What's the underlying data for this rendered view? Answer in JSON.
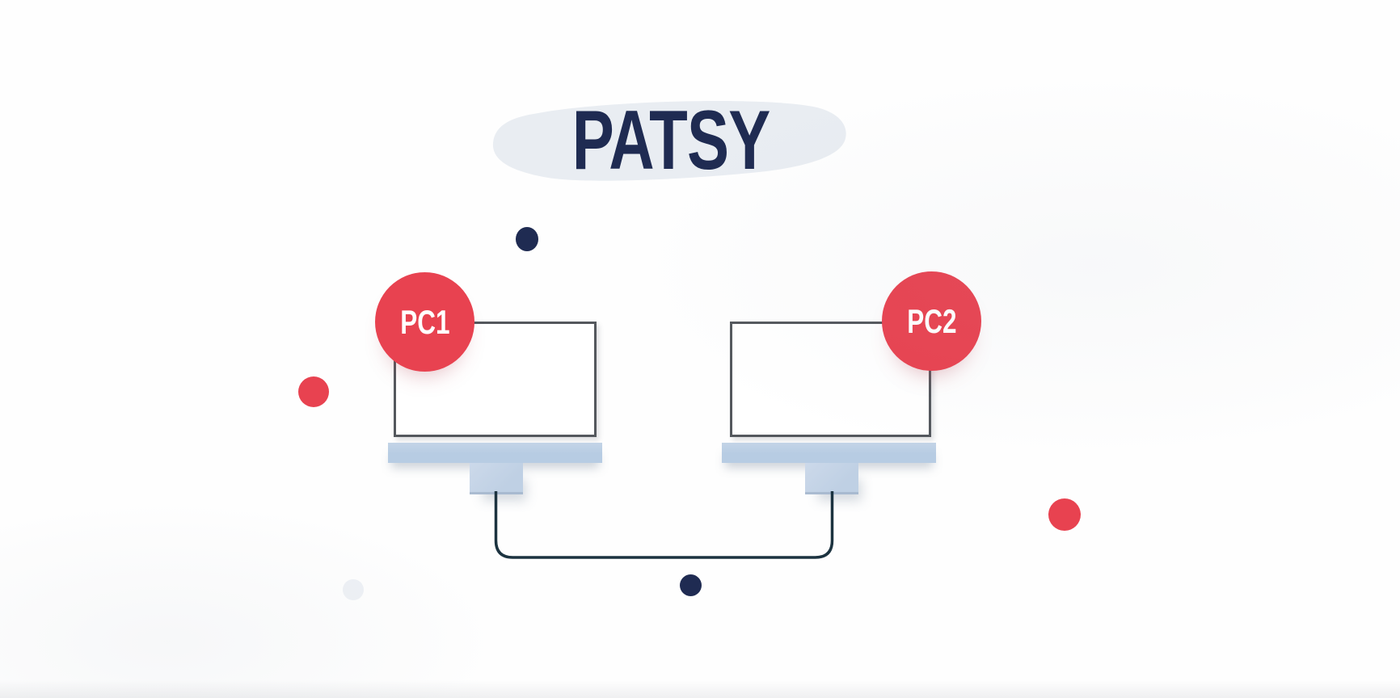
{
  "scene": {
    "title": "PATSY",
    "computers": [
      {
        "id": "pc1",
        "label": "PC1"
      },
      {
        "id": "pc2",
        "label": "PC2"
      }
    ],
    "connection": "cable-between-pc1-and-pc2"
  },
  "colors": {
    "navy": "#1f2b52",
    "red": "#e84250",
    "monitor_border": "#54585d",
    "base_blue": "#b7cce3",
    "cable": "#1c3340",
    "blob": "#e9edf2",
    "ghost": "#eef1f5"
  }
}
